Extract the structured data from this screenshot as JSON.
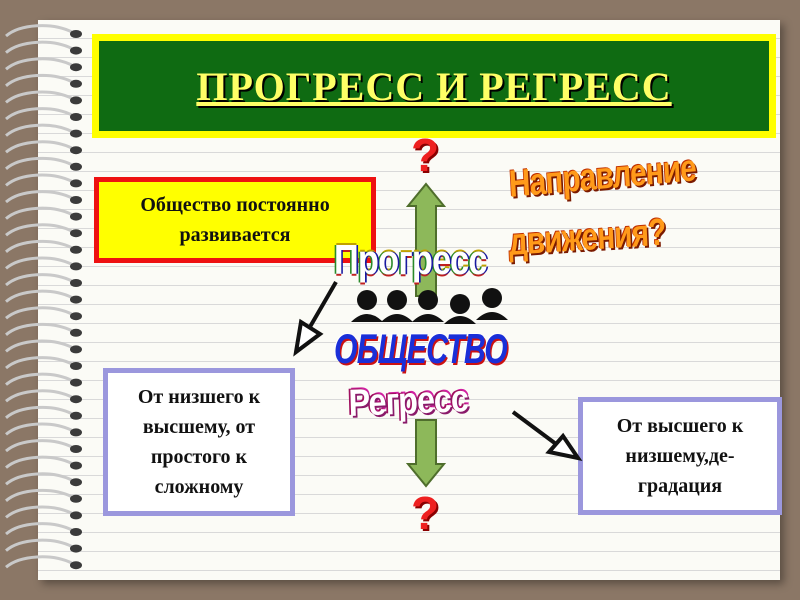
{
  "title": "ПРОГРЕСС И РЕГРЕСС",
  "box_top": {
    "line1": "Общество постоянно",
    "line2": "развивается"
  },
  "box_left": {
    "line1": "От низшего к",
    "line2": "высшему, от",
    "line3": "простого к",
    "line4": "сложному"
  },
  "box_right": {
    "line1": "От высшего к",
    "line2": "низшему,де-",
    "line3": "градация"
  },
  "labels": {
    "direction_line1": "Направление",
    "direction_line2": "движения?",
    "progress": "Прогресс",
    "society": "ОБЩЕСТВО",
    "regress": "Регресс",
    "question_top": "?",
    "question_bottom": "?"
  },
  "icons": [
    "spiral-binding-icon",
    "up-arrow-icon",
    "down-arrow-icon",
    "people-silhouettes-icon",
    "pointer-arrow-icon"
  ],
  "colors": {
    "background": "#8b7766",
    "title_bg": "#0f6b12",
    "title_border": "#ffff00",
    "title_text": "#ffff66",
    "box_top_bg": "#ffff00",
    "box_top_border": "#ee1111",
    "box_border": "#9b97dd",
    "arrow_fill": "#8db85a",
    "question": "#ee2020",
    "direction_text": "#ff9a1a",
    "society_text": "#1a2fd8"
  }
}
